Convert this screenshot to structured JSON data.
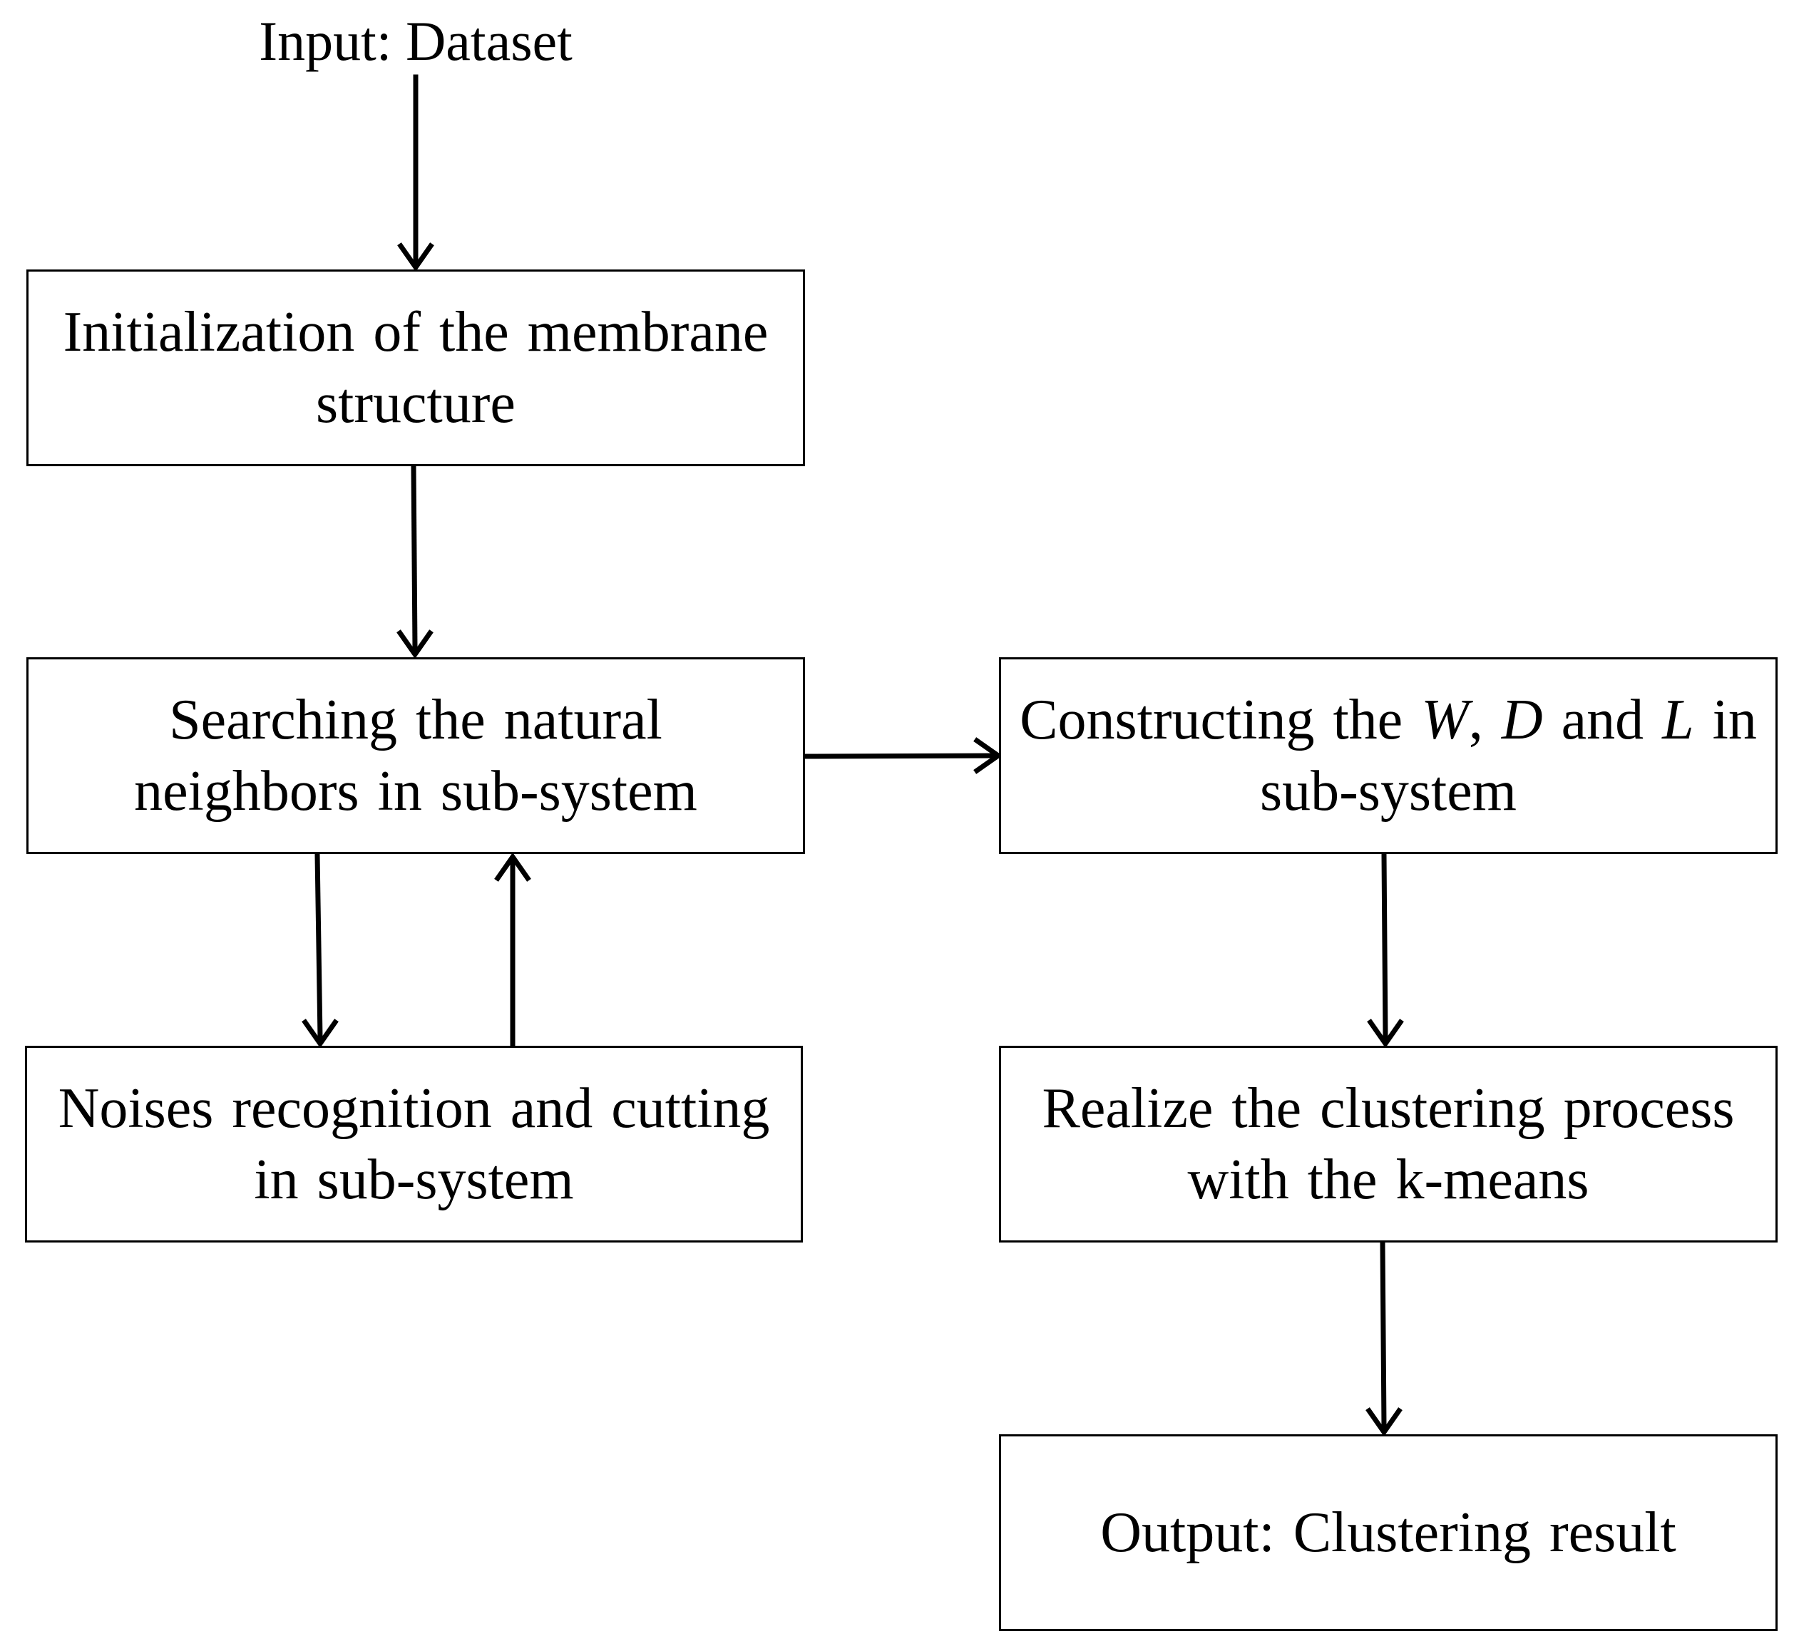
{
  "input_label": "Input: Dataset",
  "steps": {
    "init": {
      "line1": "Initialization of the membrane",
      "line2": "structure"
    },
    "search": {
      "line1": "Searching the natural",
      "line2": "neighbors in sub-system"
    },
    "noise": {
      "line1": "Noises recognition and cutting",
      "line2": "in sub-system"
    },
    "construct": {
      "pre": "Constructing the",
      "w": "W",
      "comma": ",",
      "d": "D",
      "and": "and",
      "l": "L",
      "in": "in",
      "line2": "sub-system"
    },
    "cluster": {
      "line1": "Realize the clustering process",
      "line2": "with the k-means"
    },
    "output": {
      "line1": "Output: Clustering result"
    }
  }
}
